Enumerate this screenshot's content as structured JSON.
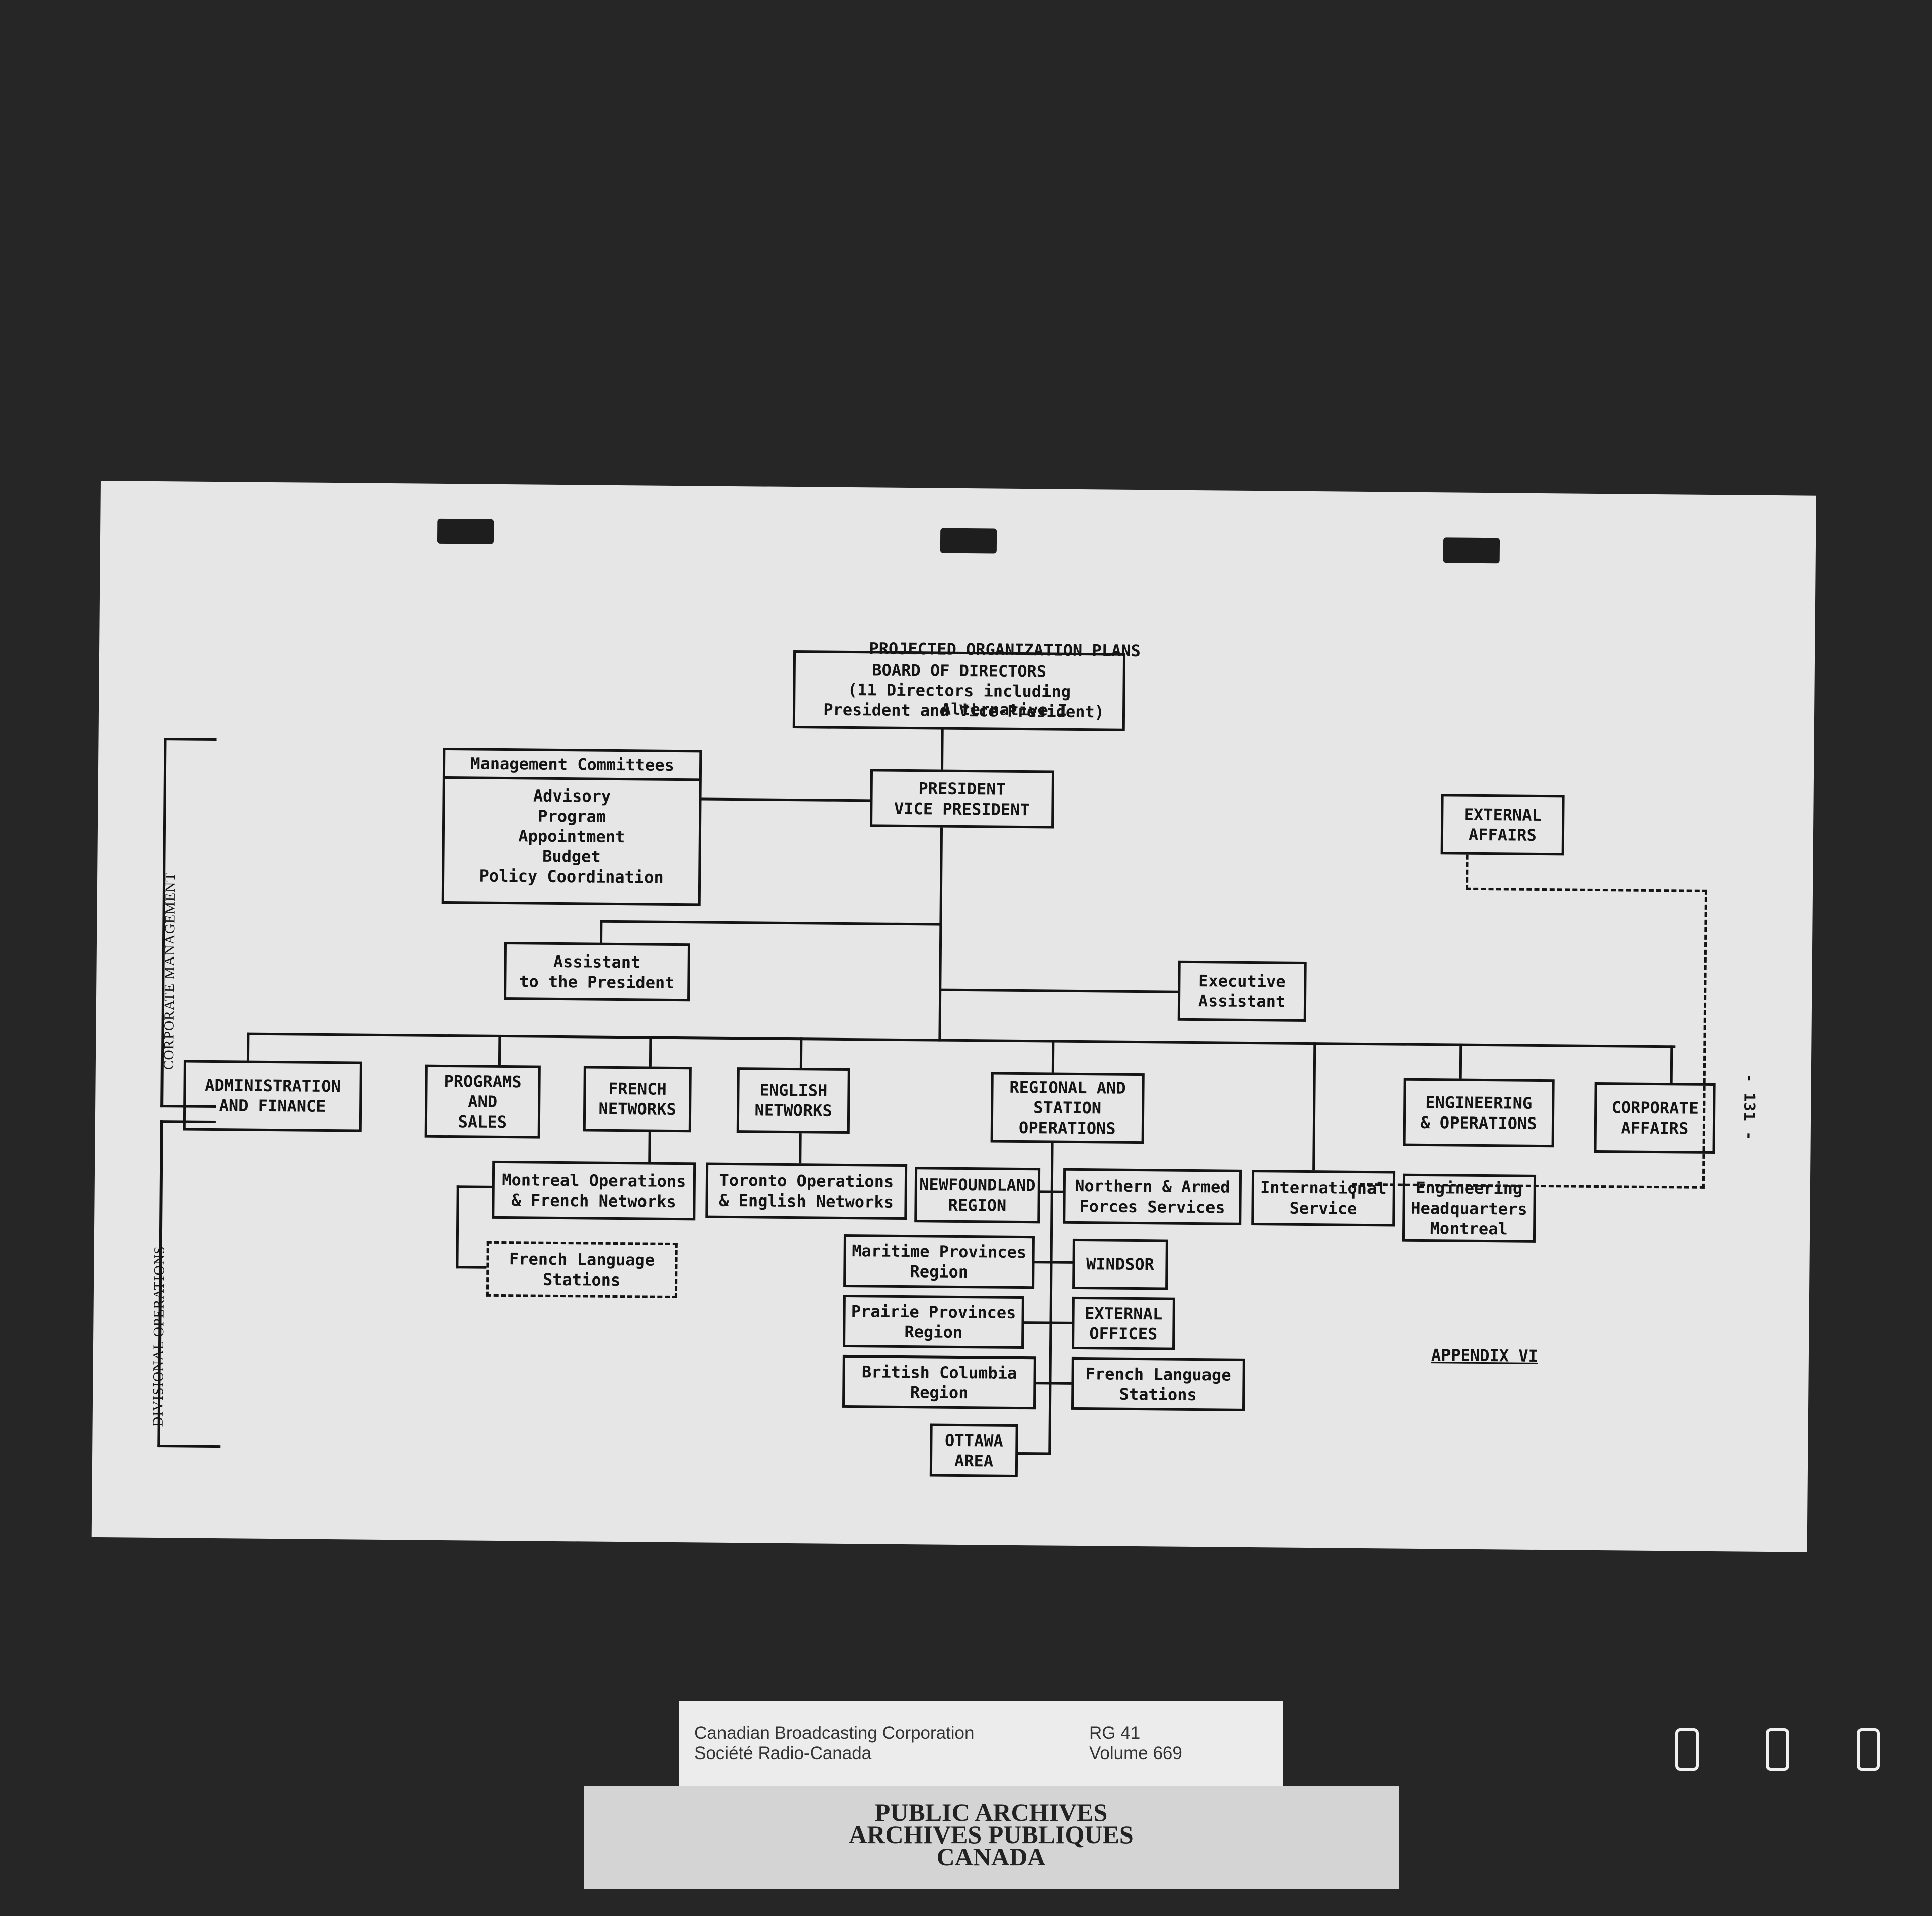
{
  "title": {
    "line1": "PROJECTED ORGANIZATION PLANS",
    "line2": "Alternative I"
  },
  "side_labels": {
    "corporate": "CORPORATE MANAGEMENT",
    "divisional": "DIVISIONAL OPERATIONS"
  },
  "page_number": "- 131 -",
  "appendix": "APPENDIX VI",
  "boxes": {
    "board": "BOARD OF DIRECTORS\n(11 Directors including\n President and Vice-President)",
    "mgmt_header": "Management Committees",
    "mgmt_items": "Advisory\nProgram\nAppointment\nBudget\nPolicy Coordination",
    "president": "PRESIDENT\nVICE PRESIDENT",
    "external_affairs": "EXTERNAL\nAFFAIRS",
    "assistant": "Assistant\nto the President",
    "exec_assistant": "Executive\nAssistant",
    "admin": "ADMINISTRATION\nAND FINANCE",
    "programs": "PROGRAMS\nAND\nSALES",
    "french_networks": "FRENCH\nNETWORKS",
    "english_networks": "ENGLISH\nNETWORKS",
    "regional": "REGIONAL AND\nSTATION\nOPERATIONS",
    "engineering": "ENGINEERING\n& OPERATIONS",
    "corporate_affairs": "CORPORATE\nAFFAIRS",
    "montreal_ops": "Montreal Operations\n& French Networks",
    "french_language_dashed": "French Language\nStations",
    "toronto_ops": "Toronto Operations\n& English Networks",
    "newfoundland": "NEWFOUNDLAND\nREGION",
    "northern": "Northern & Armed\nForces Services",
    "international": "International\nService",
    "eng_hq": "Engineering\nHeadquarters\nMontreal",
    "maritime": "Maritime Provinces\nRegion",
    "windsor": "WINDSOR",
    "prairie": "Prairie Provinces\nRegion",
    "external_offices": "EXTERNAL\nOFFICES",
    "bc": "British Columbia\nRegion",
    "french_language_stations": "French Language\nStations",
    "ottawa": "OTTAWA\nAREA"
  },
  "archive_label": {
    "org_en": "Canadian Broadcasting Corporation",
    "org_fr": "Société Radio-Canada",
    "rg": "RG 41",
    "volume": "Volume 669"
  },
  "stamp": {
    "line1": "PUBLIC ARCHIVES",
    "line2": "ARCHIVES PUBLIQUES",
    "line3": "CANADA"
  },
  "frame_counter": [
    "0",
    "0",
    "0"
  ]
}
